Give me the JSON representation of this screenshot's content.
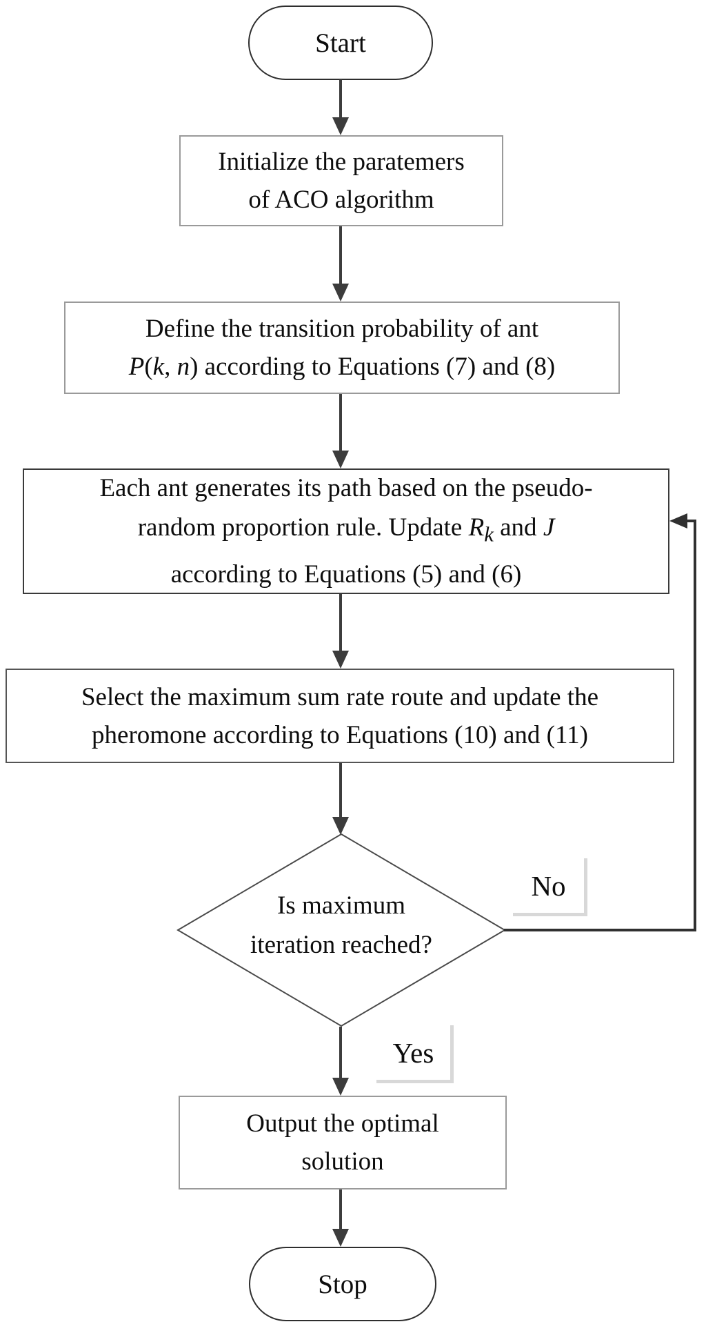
{
  "flowchart": {
    "nodes": {
      "start": {
        "label": "Start"
      },
      "init": {
        "lines": [
          "Initialize the paratemers",
          "of ACO algorithm"
        ]
      },
      "define": {
        "line1": "Define the transition probability of ant",
        "line2_html": "<i>P</i>(<i>k, n</i>) according to Equations (7) and (8)"
      },
      "generate": {
        "line1": "Each ant generates its path based on the pseudo-",
        "line2_html": "random proportion rule. Update <i>R<sub>k</sub></i> and <i>J</i>",
        "line3": "according to Equations (5) and (6)"
      },
      "select": {
        "lines": [
          "Select the maximum sum rate route and update the",
          "pheromone according to Equations (10) and (11)"
        ]
      },
      "decision": {
        "lines": [
          "Is maximum",
          "iteration reached?"
        ]
      },
      "output": {
        "lines": [
          "Output the optimal",
          "solution"
        ]
      },
      "stop": {
        "label": "Stop"
      }
    },
    "edges": {
      "no_label": "No",
      "yes_label": "Yes"
    },
    "colors": {
      "background": "#ffffff",
      "text": "#0d0d0d",
      "arrow": "#3c3c3c",
      "box_border_light": "#9a9a9a",
      "box_border_dark": "#3a3a3a",
      "label_shadow": "#d8d8d8"
    }
  }
}
